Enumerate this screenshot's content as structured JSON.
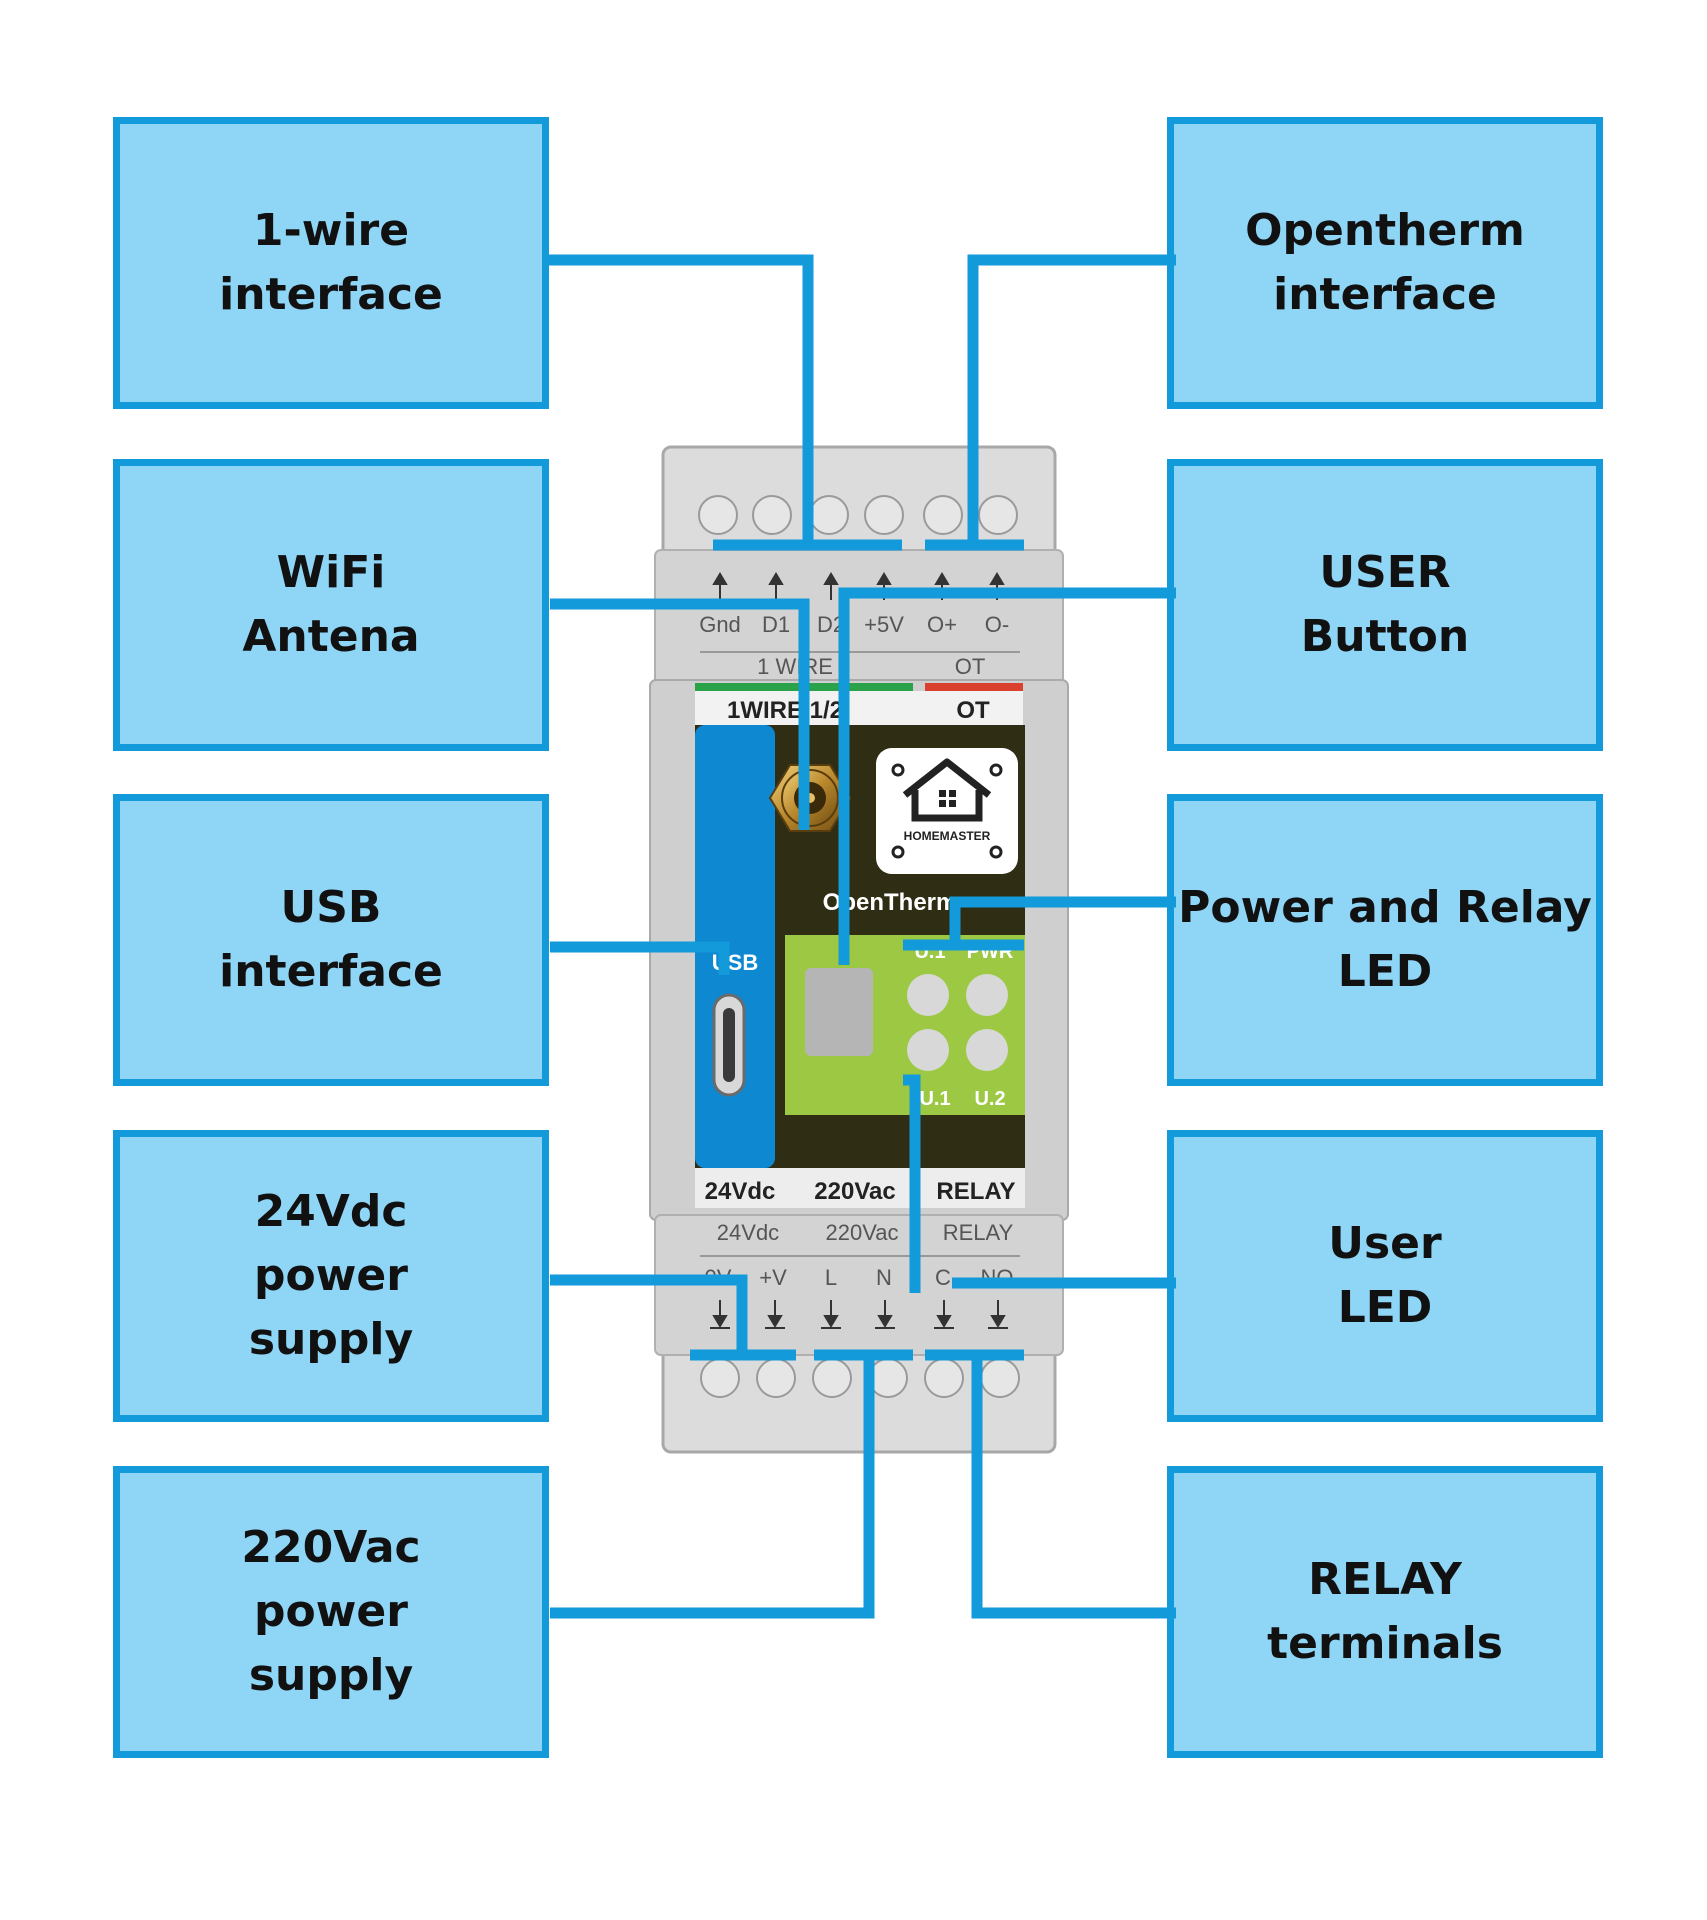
{
  "callouts": {
    "one_wire": [
      "1-wire",
      "interface"
    ],
    "opentherm": [
      "Opentherm",
      "interface"
    ],
    "wifi": [
      "WiFi",
      "Antena"
    ],
    "user_button": [
      "USER",
      "Button"
    ],
    "usb": [
      "USB",
      "interface"
    ],
    "power_relay_led": [
      "Power and Relay",
      "LED"
    ],
    "vdc_supply": [
      "24Vdc",
      "power",
      "supply"
    ],
    "user_led": [
      "User",
      "LED"
    ],
    "vac_supply": [
      "220Vac",
      "power",
      "supply"
    ],
    "relay_terminals": [
      "RELAY",
      "terminals"
    ]
  },
  "device": {
    "top_terminals": [
      "Gnd",
      "D1",
      "D2",
      "+5V",
      "O+",
      "O-"
    ],
    "top_group_1wire": "1 WIRE",
    "top_group_ot": "OT",
    "label_1wire": "1WIRE 1/2",
    "label_ot": "OT",
    "brand": "HOMEMASTER",
    "product": "OpenTherm",
    "usb_label": "USB",
    "led_labels": [
      "U.1",
      "PWR"
    ],
    "led_labels_bottom": [
      "U.1",
      "U.2"
    ],
    "bottom_section_labels": [
      "24Vdc",
      "220Vac",
      "RELAY"
    ],
    "bottom_group_labels": [
      "24Vdc",
      "220Vac",
      "RELAY"
    ],
    "bottom_terminals": [
      "0V",
      "+V",
      "L",
      "N",
      "C",
      "NO"
    ]
  },
  "colors": {
    "callout_fill": "#8fd5f5",
    "callout_border": "#129adb",
    "leader_line": "#129adb",
    "housing": "#d9d9d9",
    "pcb_green": "#9cc844",
    "pcb_blue": "#0f88d2"
  }
}
